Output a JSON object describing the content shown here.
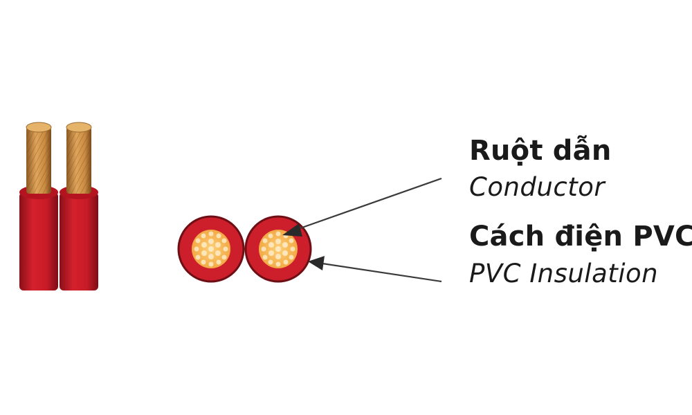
{
  "labels": {
    "conductor": {
      "vi": "Ruột dẫn",
      "en": "Conductor"
    },
    "insulation": {
      "vi": "Cách điện PVC",
      "en": "PVC Insulation"
    }
  },
  "colors": {
    "insulation_red": "#cc1e2b",
    "insulation_dark": "#6e0f15",
    "copper": "#d49a4e",
    "strand_core": "#f7b74a",
    "arrow": "#3a3a3a",
    "text": "#1a1a1a"
  }
}
